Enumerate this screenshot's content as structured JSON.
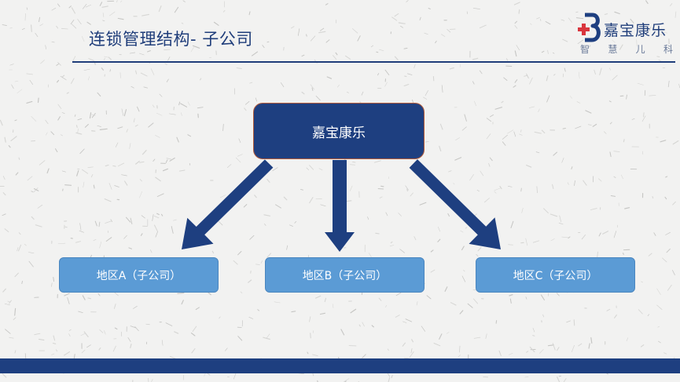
{
  "header": {
    "title": "连锁管理结构- 子公司"
  },
  "logo": {
    "name": "嘉宝康乐",
    "tagline": [
      "智",
      "慧",
      "儿",
      "科"
    ]
  },
  "org_chart": {
    "root": "嘉宝康乐",
    "children": [
      "地区A（子公司）",
      "地区B（子公司）",
      "地区C（子公司）"
    ]
  },
  "colors": {
    "primary": "#1e3f80",
    "child_box": "#5b9bd5",
    "logo_cross": "#d9363e"
  }
}
